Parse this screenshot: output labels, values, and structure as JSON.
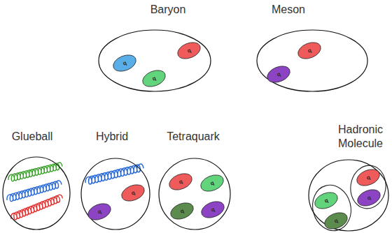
{
  "diagram": {
    "nodes": [
      {
        "text": [
          "Baryon"
        ]
      },
      {
        "text": [
          "q"
        ],
        "in": 0
      },
      {
        "text": [
          "q"
        ],
        "in": 0
      },
      {
        "text": [
          "q"
        ],
        "in": 0
      },
      {
        "text": [
          "Meson"
        ]
      },
      {
        "text": [
          "q"
        ],
        "in": 4
      },
      {
        "text": [
          "q"
        ],
        "in": 4
      },
      {
        "text": [
          "Glueball"
        ]
      },
      {
        "text": [
          "Hybrid"
        ]
      },
      {
        "text": [
          "q"
        ],
        "in": 8
      },
      {
        "text": [
          "q"
        ],
        "in": 8
      },
      {
        "text": [
          "Tetraquark"
        ]
      },
      {
        "text": [
          "q"
        ],
        "in": 11
      },
      {
        "text": [
          "q"
        ],
        "in": 11
      },
      {
        "text": [
          "q"
        ],
        "in": 11
      },
      {
        "text": [
          "q"
        ],
        "in": 11
      },
      {
        "text": [
          "Hadronic Molecule"
        ]
      },
      {
        "text": [
          "q"
        ],
        "in": 16
      },
      {
        "text": [
          "q"
        ],
        "in": 16
      },
      {
        "text": [
          "q"
        ],
        "in": 16
      },
      {
        "text": [
          "q"
        ],
        "in": 16
      }
    ]
  }
}
